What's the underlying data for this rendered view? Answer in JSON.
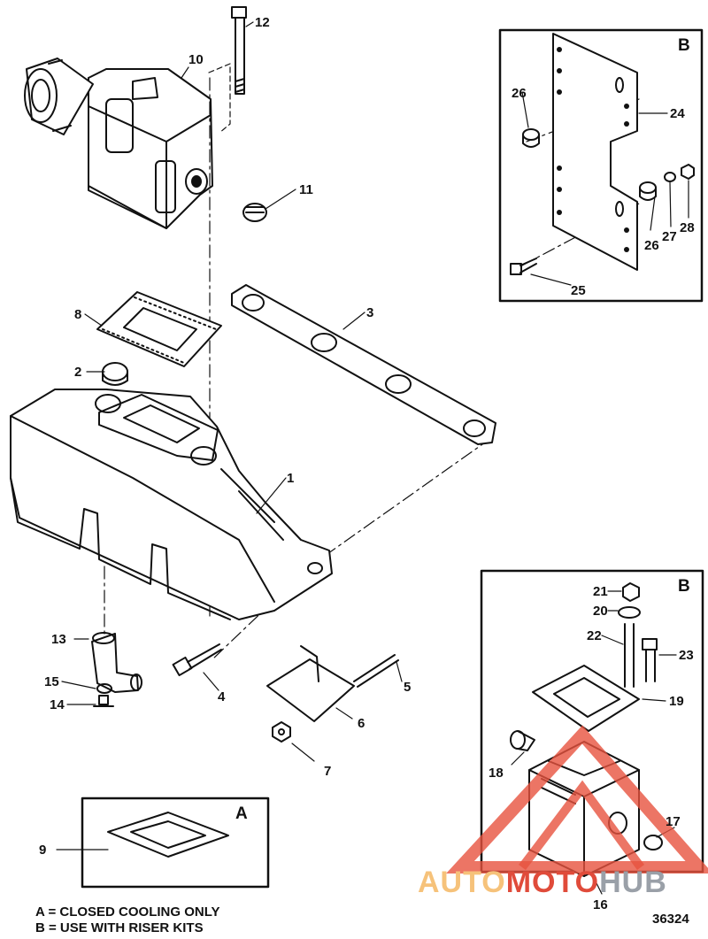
{
  "callouts": {
    "c1": "1",
    "c2": "2",
    "c3": "3",
    "c4": "4",
    "c5": "5",
    "c6": "6",
    "c7": "7",
    "c8": "8",
    "c9": "9",
    "c10": "10",
    "c11": "11",
    "c12": "12",
    "c13": "13",
    "c14": "14",
    "c15": "15",
    "c16": "16",
    "c17": "17",
    "c18": "18",
    "c19": "19",
    "c20": "20",
    "c21": "21",
    "c22": "22",
    "c23": "23",
    "c24": "24",
    "c25": "25",
    "c26a": "26",
    "c26b": "26",
    "c27": "27",
    "c28": "28"
  },
  "boxes": {
    "top_right_label": "B",
    "bottom_right_label": "B",
    "bottom_left_label": "A"
  },
  "legend": {
    "line_a": "A = CLOSED COOLING ONLY",
    "line_b": "B = USE WITH RISER KITS"
  },
  "diagram_number": "36324",
  "watermark": {
    "part1": "AUTO",
    "part2": "MOTO",
    "part3": "HUB"
  }
}
